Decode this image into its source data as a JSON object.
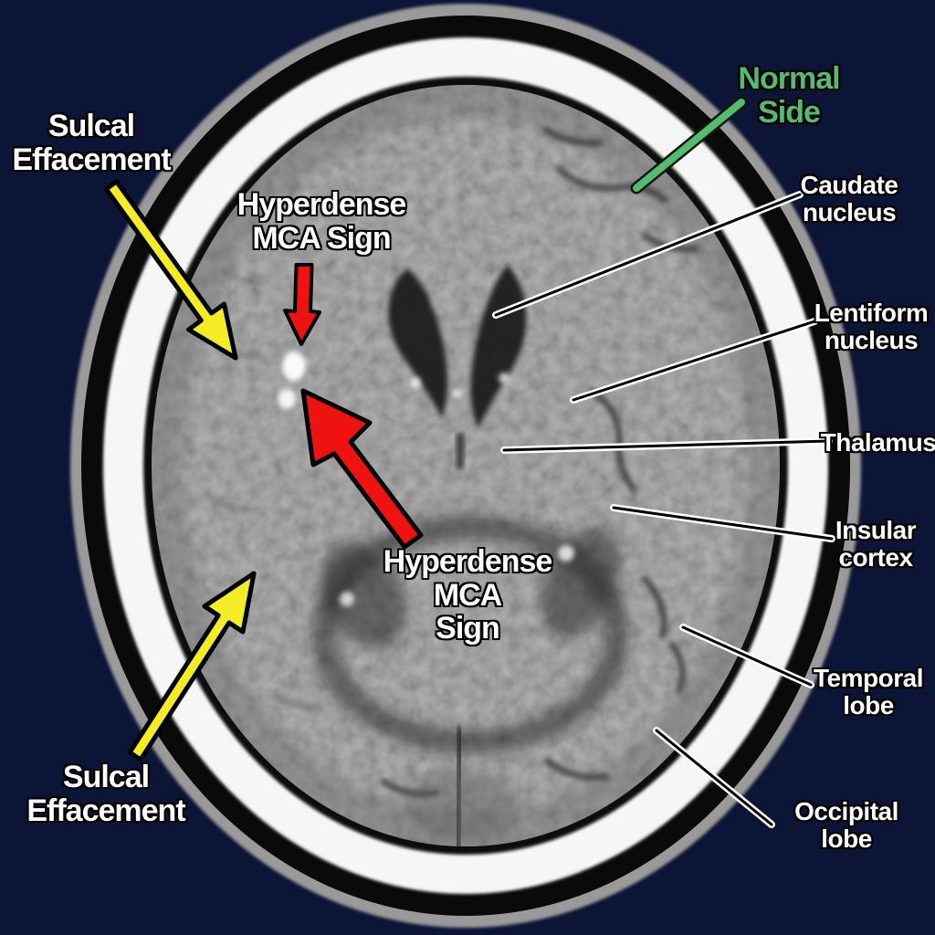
{
  "figure": {
    "background_color": "#0d1536",
    "colors": {
      "label_text": "#ffffff",
      "normal_side_green": "#55bb6e",
      "arrow_yellow": "#f5ec26",
      "arrow_red": "#ee1310",
      "pointer_outline": "#ffffff",
      "pointer_core": "#000000",
      "skull_white": "#f6f6f6",
      "brain_gray": "#8a8a8a"
    },
    "labels": {
      "sulcal_effacement_top": {
        "line1": "Sulcal",
        "line2": "Effacement"
      },
      "hyperdense_mca_top": {
        "line1": "Hyperdense",
        "line2": "MCA Sign"
      },
      "normal_side": {
        "line1": "Normal",
        "line2": "Side"
      },
      "caudate_nucleus": {
        "line1": "Caudate",
        "line2": "nucleus"
      },
      "lentiform_nucleus": {
        "line1": "Lentiform",
        "line2": "nucleus"
      },
      "thalamus": {
        "line1": "Thalamus"
      },
      "insular_cortex": {
        "line1": "Insular",
        "line2": "cortex"
      },
      "hyperdense_mca_center": {
        "line1": "Hyperdense",
        "line2": "MCA",
        "line3": "Sign"
      },
      "temporal_lobe": {
        "line1": "Temporal",
        "line2": "lobe"
      },
      "occipital_lobe": {
        "line1": "Occipital",
        "line2": "lobe"
      },
      "sulcal_effacement_bottom": {
        "line1": "Sulcal",
        "line2": "Effacement"
      }
    }
  }
}
